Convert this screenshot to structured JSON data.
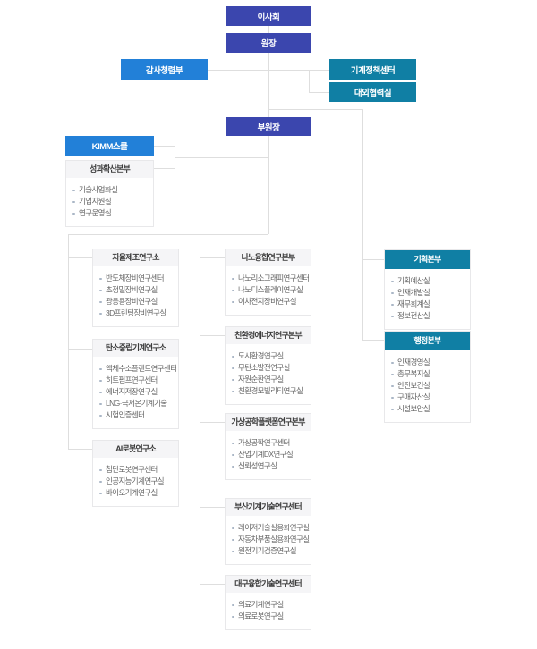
{
  "nodes": {
    "board": "이사회",
    "president": "원장",
    "audit_dept": "감사청렴부",
    "policy_center": "기계정책센터",
    "external_cooperation_office": "대외협력실",
    "vice_president": "부원장",
    "kimm_school": "KIMM스쿨"
  },
  "groups": [
    {
      "id": "perf",
      "title": "성과확산본부",
      "style": "gray",
      "items": [
        "기술사업화실",
        "기업지원실",
        "연구운영실"
      ]
    },
    {
      "id": "auto",
      "title": "자율제조연구소",
      "style": "gray",
      "items": [
        "반도체장비연구센터",
        "초정밀장비연구실",
        "광응용장비연구실",
        "3D프린팅장비연구실"
      ]
    },
    {
      "id": "carbon",
      "title": "탄소중립기계연구소",
      "style": "gray",
      "items": [
        "액체수소플랜트연구센터",
        "히트펌프연구센터",
        "에너지저장연구실",
        "LNG·극저온기계기술",
        "시험인증센터"
      ]
    },
    {
      "id": "ai",
      "title": "AI로봇연구소",
      "style": "gray",
      "items": [
        "첨단로봇연구센터",
        "인공지능기계연구실",
        "바이오기계연구실"
      ]
    },
    {
      "id": "nano",
      "title": "나노융합연구본부",
      "style": "gray",
      "items": [
        "나노리소그래피연구센터",
        "나노디스플레이연구실",
        "이차전지장비연구실"
      ]
    },
    {
      "id": "eco",
      "title": "친환경에너지연구본부",
      "style": "gray",
      "items": [
        "도시환경연구실",
        "무탄소발전연구실",
        "자원순환연구실",
        "친환경모빌리티연구실"
      ]
    },
    {
      "id": "virtual",
      "title": "가상공학플랫폼연구본부",
      "style": "gray",
      "items": [
        "가상공학연구센터",
        "산업기계DX연구실",
        "신뢰성연구실"
      ]
    },
    {
      "id": "busan",
      "title": "부산기계기술연구센터",
      "style": "gray",
      "items": [
        "레이저기술실용화연구실",
        "자동차부품실용화연구실",
        "원전기기검증연구실"
      ]
    },
    {
      "id": "daegu",
      "title": "대구융합기술연구센터",
      "style": "gray",
      "items": [
        "의료기계연구실",
        "의료로봇연구실"
      ]
    },
    {
      "id": "plan",
      "title": "기획본부",
      "style": "teal",
      "items": [
        "기획예산실",
        "인재개발실",
        "재무회계실",
        "정보전산실"
      ]
    },
    {
      "id": "admin",
      "title": "행정본부",
      "style": "teal",
      "items": [
        "인재경영실",
        "총무복지실",
        "안전보건실",
        "구매자산실",
        "시설보안실"
      ]
    }
  ],
  "colors": {
    "indigo": "#3b46ae",
    "blue": "#2280d8",
    "teal": "#107fa4",
    "line": "#dedede"
  }
}
